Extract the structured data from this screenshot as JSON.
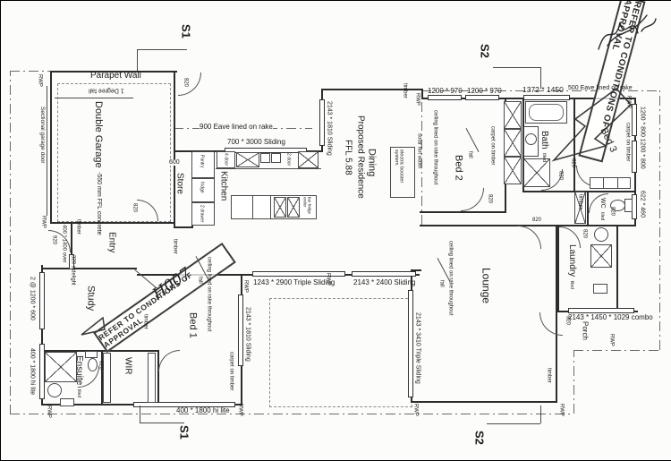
{
  "sections": {
    "s1": "S1",
    "s2": "S2"
  },
  "rooms": {
    "garage": "Double Garage",
    "garage_note": "-550 mm FFL concrete",
    "garage_door": "Sectional garage door",
    "parapet": "Parapet Wall",
    "degree_fall": "1 Degree fall",
    "store": "Store",
    "kitchen": "Kitchen",
    "entry": "Entry",
    "dining": "Dining",
    "residence": "Proposed Residence",
    "ffl": "FFL 5.88",
    "bed1": "Bed 1",
    "bed2": "Bed 2",
    "bed3": "Bed 3",
    "bath": "Bath",
    "wc": "WC",
    "laundry": "Laundry",
    "porch": "Porch",
    "lounge": "Lounge",
    "study": "Study",
    "wir": "WIR",
    "ensuite": "Ensuite",
    "tiled": "tiled"
  },
  "dims": {
    "d820": "820",
    "d920": "920",
    "d600": "600",
    "sidelight": "320 sidelight",
    "over": "400 * 1400 over",
    "w700": "700 * 3000 Sliding",
    "w1200_970": "1200 * 970",
    "w1372": "1372 * 1450",
    "w2143_1810": "2143 * 1810 Sliding",
    "w1243": "1243 * 2900 Triple Sliding",
    "w2143_2400": "2143 * 2400 Sliding",
    "w2143_3410": "2143 * 3410 Triple Sliding",
    "w400hi": "400 * 1800 hi lite",
    "w2x1200": "2 @ 1200 * 600",
    "w1200_800": "1200 * 800 1200 * 800",
    "w622": "622 * 460",
    "combo": "2143 * 1450 * 1029 combo"
  },
  "notes": {
    "rwp": "RWP",
    "timber": "timber",
    "fall": "fall",
    "eave900": "900 Eave lined on rake",
    "eave500": "500 Eave lined on rake",
    "ceiling": "ceiling lined on rake throughout",
    "carpet": "carpet on timber",
    "solar": "solar hot water",
    "booster": "electric booster system"
  },
  "kitchen_fixtures": {
    "pantry": "Pantry",
    "fridge": "fridge",
    "drawer2": "2 drawer",
    "door4": "4 door",
    "door2": "2 door",
    "barfridge": "bar fridge under"
  },
  "stamps": {
    "approval": "REFER TO CONDITIONS OF APPROVAL",
    "handwritten": "H007"
  }
}
